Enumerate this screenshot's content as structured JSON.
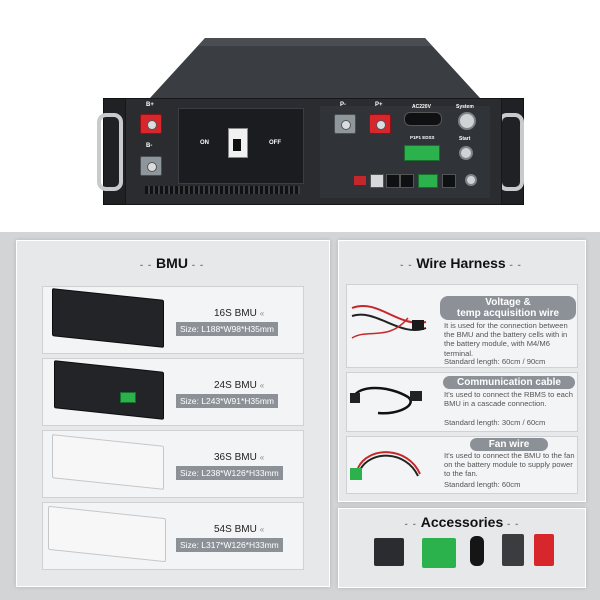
{
  "hero": {
    "bplus_top": "B+",
    "bminus": "B-",
    "on": "ON",
    "off": "OFF",
    "pminus": "P-",
    "pplus": "P+",
    "ac": "AC220V",
    "system": "System",
    "start": "Start",
    "piph": "P1P1 EDSS"
  },
  "bmu": {
    "title": "BMU",
    "items": [
      {
        "name": "16S BMU",
        "size": "Size: L188*W98*H35mm"
      },
      {
        "name": "24S BMU",
        "size": "Size: L243*W91*H35mm"
      },
      {
        "name": "36S BMU",
        "size": "Size: L238*W126*H33mm"
      },
      {
        "name": "54S BMU",
        "size": "Size: L317*W126*H33mm"
      }
    ],
    "tick": "«"
  },
  "wire": {
    "title": "Wire  Harness",
    "items": [
      {
        "title": "Voltage &\ntemp acquisition wire",
        "desc": "It is used for the connection between the BMU and the battery cells with in the battery module, with M4/M6 terminal.",
        "length": "Standard length: 60cm / 90cm"
      },
      {
        "title": "Communication cable",
        "desc": "It's used to connect the RBMS to each BMU in a cascade connection.",
        "length": "Standard length: 30cm / 60cm"
      },
      {
        "title": "Fan wire",
        "desc": "It's used to connect the BMU to the fan on the battery module to supply power to the fan.",
        "length": "Standard length: 60cm"
      }
    ]
  },
  "accessories": {
    "title": "Accessories"
  },
  "colors": {
    "accent_gray": "#8c9197",
    "red_terminal": "#d8262d",
    "green_terminal": "#2bb24c"
  }
}
